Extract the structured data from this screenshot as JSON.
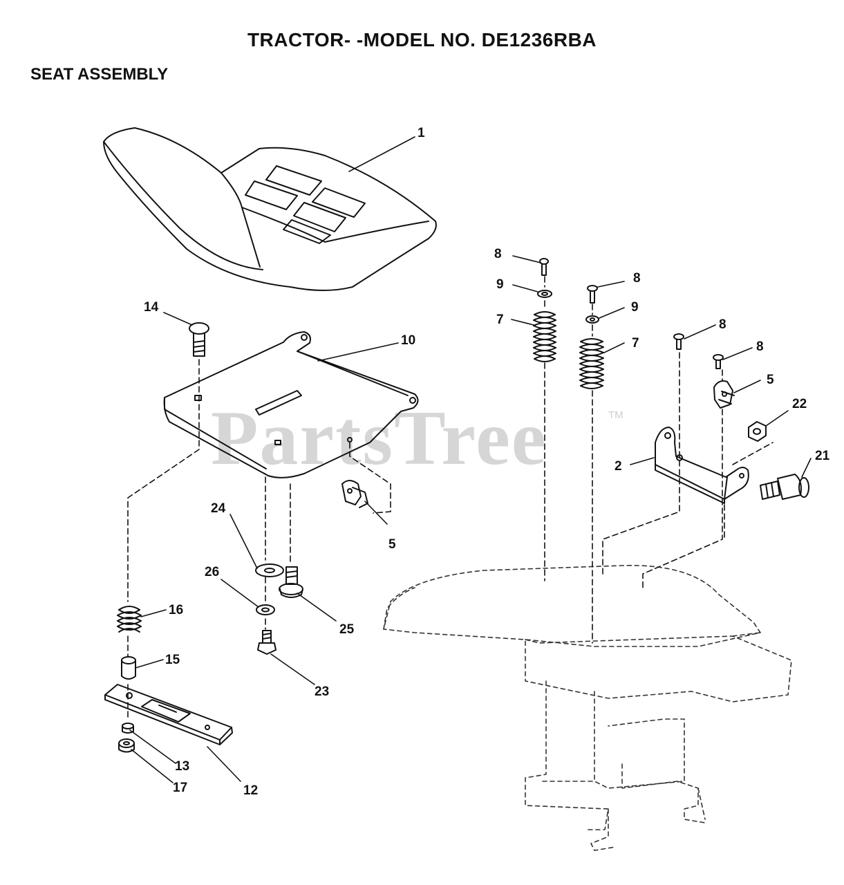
{
  "header": {
    "title": "TRACTOR- -MODEL NO. DE1236RBA",
    "subtitle": "SEAT ASSEMBLY"
  },
  "watermark": {
    "text": "PartsTree",
    "tm": "TM"
  },
  "callouts": {
    "c1": "1",
    "c2": "2",
    "c5a": "5",
    "c5b": "5",
    "c7a": "7",
    "c7b": "7",
    "c8a": "8",
    "c8b": "8",
    "c8c": "8",
    "c8d": "8",
    "c9a": "9",
    "c9b": "9",
    "c10": "10",
    "c12": "12",
    "c13": "13",
    "c14": "14",
    "c15": "15",
    "c16": "16",
    "c17": "17",
    "c21": "21",
    "c22": "22",
    "c23": "23",
    "c24": "24",
    "c25": "25",
    "c26": "26"
  }
}
